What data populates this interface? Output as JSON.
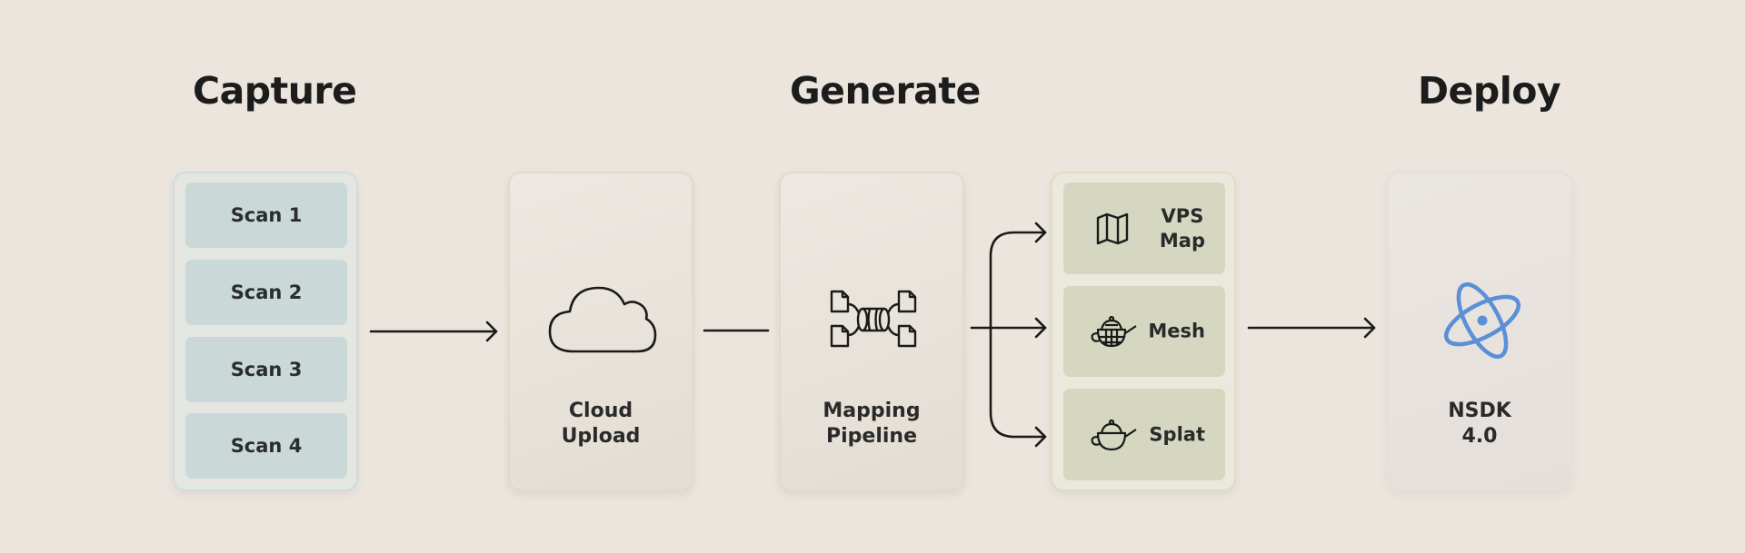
{
  "sections": {
    "capture": "Capture",
    "generate": "Generate",
    "deploy": "Deploy"
  },
  "capture": {
    "scans": [
      "Scan 1",
      "Scan 2",
      "Scan 3",
      "Scan 4"
    ]
  },
  "generate": {
    "cloud_upload": {
      "line1": "Cloud",
      "line2": "Upload",
      "icon": "cloud-icon"
    },
    "mapping_pipeline": {
      "line1": "Mapping",
      "line2": "Pipeline",
      "icon": "pipeline-icon"
    },
    "outputs": [
      {
        "line1": "VPS",
        "line2": "Map",
        "icon": "map-icon"
      },
      {
        "line1": "Mesh",
        "line2": "",
        "icon": "mesh-teapot-icon"
      },
      {
        "line1": "Splat",
        "line2": "",
        "icon": "teapot-icon"
      }
    ]
  },
  "deploy": {
    "nsdk": {
      "line1": "NSDK",
      "line2": "4.0",
      "icon": "atom-icon"
    }
  },
  "colors": {
    "background": "#ebe5dd",
    "scan_fill": "#cbd8d8",
    "output_fill": "#d6d7c1",
    "atom_blue": "#5b8fd6",
    "ink": "#1c1c1c"
  }
}
